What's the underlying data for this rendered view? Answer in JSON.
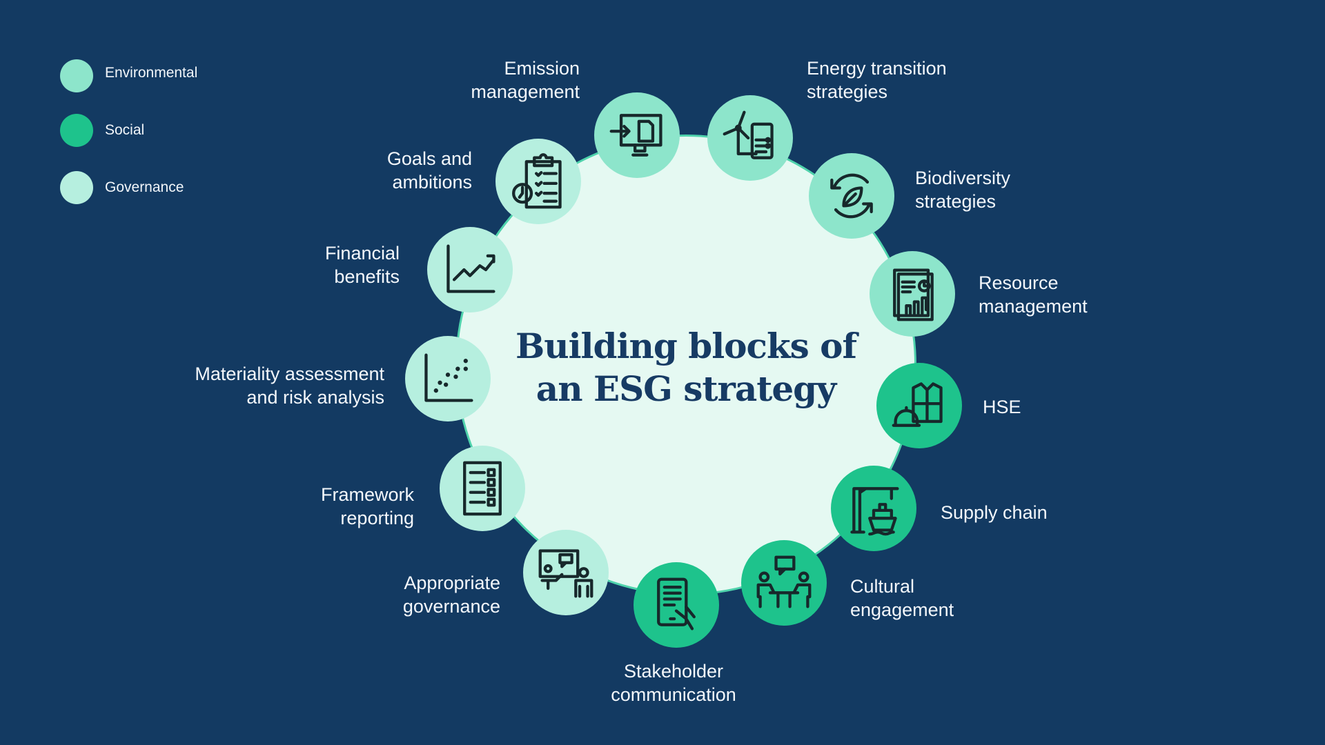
{
  "title": {
    "line1": "Building blocks of",
    "line2": "an ESG strategy"
  },
  "legend": [
    {
      "label": "Environmental",
      "color": "#8de5cb"
    },
    {
      "label": "Social",
      "color": "#1ec38c"
    },
    {
      "label": "Governance",
      "color": "#b6efdf"
    }
  ],
  "colors": {
    "background": "#133a62",
    "hub": "#e5f9f2",
    "icon_stroke": "#17282b"
  },
  "blocks": [
    {
      "line1": "Emission",
      "line2": "management",
      "category": "Environmental",
      "icon": "monitor-document-icon"
    },
    {
      "line1": "Energy transition",
      "line2": "strategies",
      "category": "Environmental",
      "icon": "wind-turbine-phone-icon"
    },
    {
      "line1": "Biodiversity",
      "line2": "strategies",
      "category": "Environmental",
      "icon": "leaf-cycle-icon"
    },
    {
      "line1": "Resource",
      "line2": "management",
      "category": "Environmental",
      "icon": "report-chart-icon"
    },
    {
      "line1": "HSE",
      "line2": "",
      "category": "Social",
      "icon": "hardhat-vest-icon"
    },
    {
      "line1": "Supply chain",
      "line2": "",
      "category": "Social",
      "icon": "crane-ship-icon"
    },
    {
      "line1": "Cultural",
      "line2": "engagement",
      "category": "Social",
      "icon": "people-meeting-icon"
    },
    {
      "line1": "Stakeholder",
      "line2": "communication",
      "category": "Social",
      "icon": "tablet-hand-icon"
    },
    {
      "line1": "Appropriate",
      "line2": "governance",
      "category": "Governance",
      "icon": "presentation-icon"
    },
    {
      "line1": "Framework",
      "line2": "reporting",
      "category": "Governance",
      "icon": "checklist-document-icon"
    },
    {
      "line1": "Materiality assessment",
      "line2": "and risk analysis",
      "category": "Governance",
      "icon": "scatter-plot-icon"
    },
    {
      "line1": "Financial",
      "line2": "benefits",
      "category": "Governance",
      "icon": "trend-chart-icon"
    },
    {
      "line1": "Goals and",
      "line2": "ambitions",
      "category": "Governance",
      "icon": "clipboard-clock-icon"
    }
  ]
}
